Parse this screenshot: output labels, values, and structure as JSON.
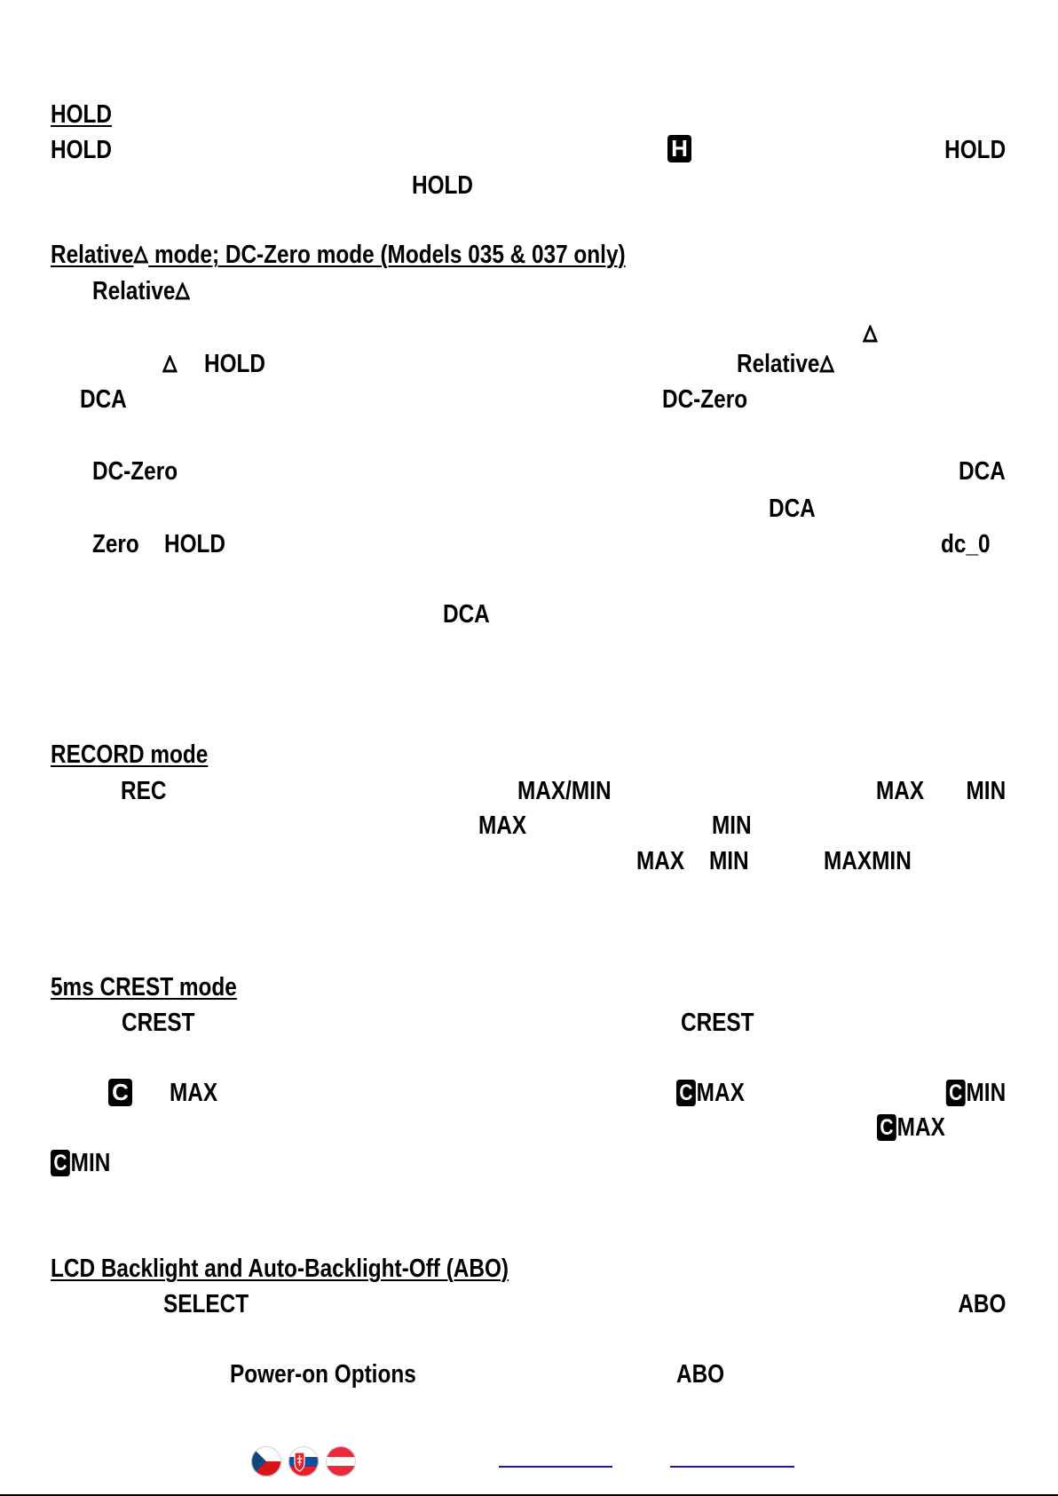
{
  "hold": {
    "heading": "HOLD",
    "line1_left": "HOLD",
    "icon_letter": "H",
    "line1_right": "HOLD",
    "line2_center": "HOLD"
  },
  "relative": {
    "heading_a": "Relative",
    "heading_b": " mode; DC-Zero mode (Models 035 & 037 only)",
    "l1": "Relative",
    "l3a": "HOLD",
    "l3b": "Relative",
    "l4a": "DCA",
    "l4b": "DC-Zero",
    "l5a": "DC-Zero",
    "l5b": "DCA",
    "l6": "DCA",
    "l7a": "Zero",
    "l7b": "HOLD",
    "l7c": "dc_0",
    "l8": "DCA"
  },
  "record": {
    "heading": "RECORD mode",
    "l1a": "REC",
    "l1b": "MAX/MIN",
    "l1c": "MAX",
    "l1d": "MIN",
    "l2a": "MAX",
    "l2b": "MIN",
    "l3a": "MAX",
    "l3b": "MIN",
    "l3c": "MAXMIN"
  },
  "crest": {
    "heading": "5ms CREST mode",
    "l1a": "CREST",
    "l1b": "CREST",
    "icon_letter": "C",
    "l2a": "MAX",
    "l2b": "MAX",
    "l2c": "MIN",
    "l3": "MAX",
    "l4": "MIN"
  },
  "backlight": {
    "heading": "LCD Backlight and Auto-Backlight-Off (ABO)",
    "l1a": "SELECT",
    "l1b": "ABO",
    "l2a": "Power-on Options",
    "l2b": "ABO"
  },
  "colors": {
    "text": "#000000",
    "link": "#1a1aaa",
    "flag_red": "#d7141a",
    "flag_blue": "#11457e",
    "flag_white": "#ffffff"
  },
  "flags": [
    "czech-flag",
    "slovak-flag",
    "austrian-flag"
  ]
}
